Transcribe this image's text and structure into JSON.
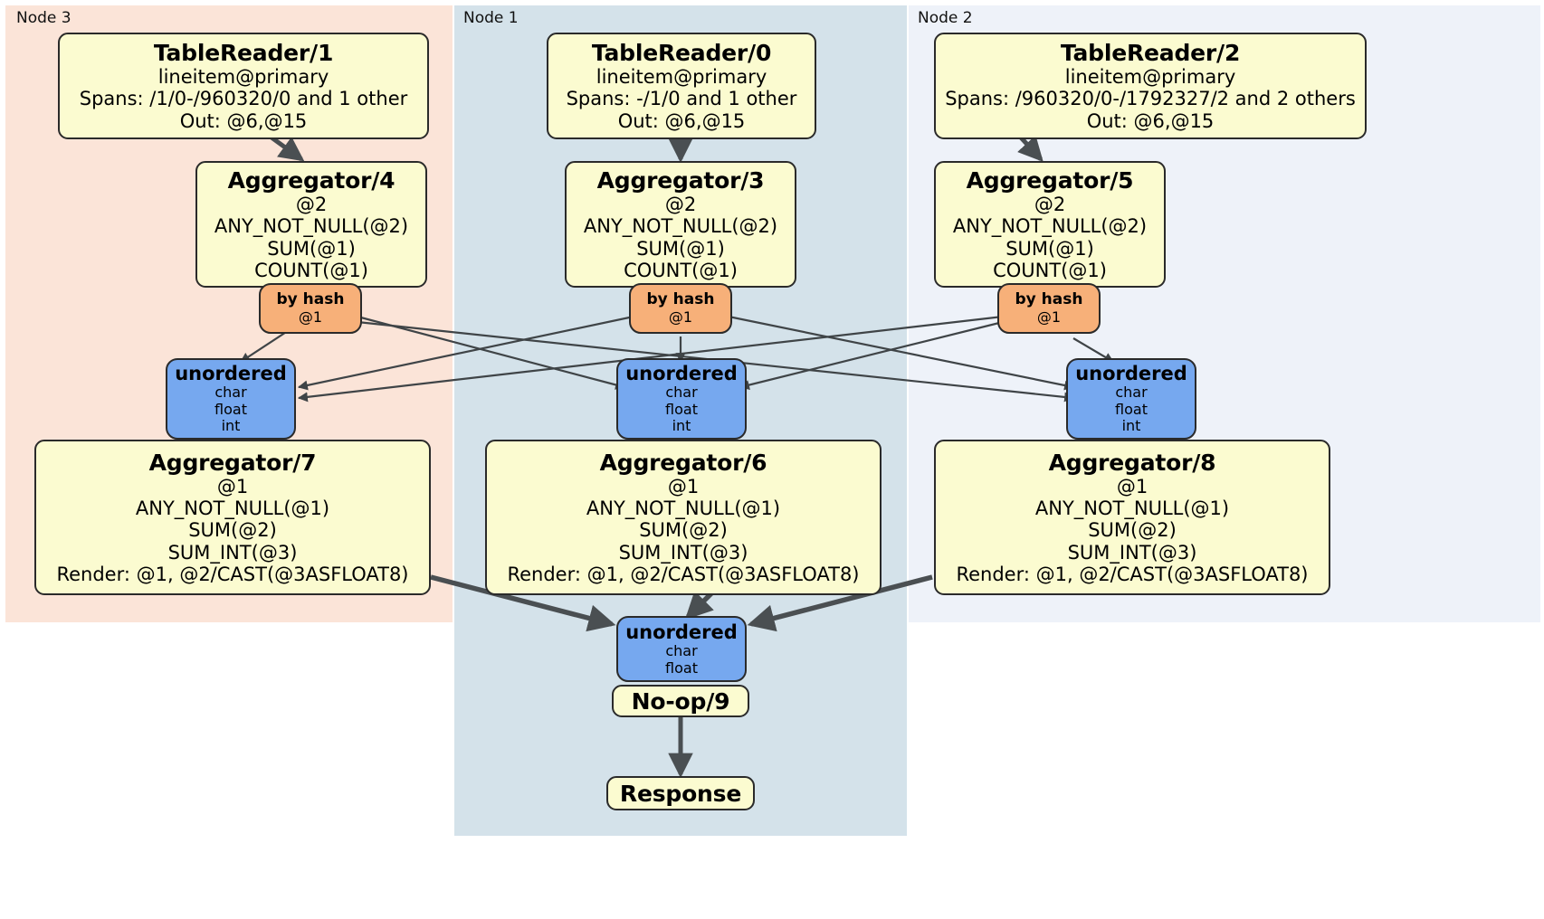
{
  "diagram": {
    "type": "distributed-query-plan",
    "clusters": [
      {
        "id": "node3",
        "label": "Node 3",
        "color": "#fbe4d8"
      },
      {
        "id": "node1",
        "label": "Node 1",
        "color": "#d4e2ea"
      },
      {
        "id": "node2",
        "label": "Node 2",
        "color": "#eef2f9"
      }
    ],
    "table_readers": [
      {
        "id": "tr1",
        "title": "TableReader/1",
        "table": "lineitem@primary",
        "spans": "Spans: /1/0-/960320/0 and 1 other",
        "out": "Out: @6,@15"
      },
      {
        "id": "tr0",
        "title": "TableReader/0",
        "table": "lineitem@primary",
        "spans": "Spans: -/1/0 and 1 other",
        "out": "Out: @6,@15"
      },
      {
        "id": "tr2",
        "title": "TableReader/2",
        "table": "lineitem@primary",
        "spans": "Spans: /960320/0-/1792327/2 and 2 others",
        "out": "Out: @6,@15"
      }
    ],
    "aggregators_stage1": [
      {
        "id": "agg4",
        "title": "Aggregator/4",
        "group": "@2",
        "aggs": [
          "ANY_NOT_NULL(@2)",
          "SUM(@1)",
          "COUNT(@1)"
        ]
      },
      {
        "id": "agg3",
        "title": "Aggregator/3",
        "group": "@2",
        "aggs": [
          "ANY_NOT_NULL(@2)",
          "SUM(@1)",
          "COUNT(@1)"
        ]
      },
      {
        "id": "agg5",
        "title": "Aggregator/5",
        "group": "@2",
        "aggs": [
          "ANY_NOT_NULL(@2)",
          "SUM(@1)",
          "COUNT(@1)"
        ]
      }
    ],
    "routers": [
      {
        "id": "hash4",
        "title": "by hash",
        "cols": "@1"
      },
      {
        "id": "hash3",
        "title": "by hash",
        "cols": "@1"
      },
      {
        "id": "hash5",
        "title": "by hash",
        "cols": "@1"
      }
    ],
    "synchronizers": [
      {
        "id": "sync7",
        "title": "unordered",
        "types": [
          "char",
          "float",
          "int"
        ]
      },
      {
        "id": "sync6",
        "title": "unordered",
        "types": [
          "char",
          "float",
          "int"
        ]
      },
      {
        "id": "sync8",
        "title": "unordered",
        "types": [
          "char",
          "float",
          "int"
        ]
      }
    ],
    "aggregators_stage2": [
      {
        "id": "agg7",
        "title": "Aggregator/7",
        "group": "@1",
        "aggs": [
          "ANY_NOT_NULL(@1)",
          "SUM(@2)",
          "SUM_INT(@3)"
        ],
        "render": "Render: @1, @2/CAST(@3ASFLOAT8)"
      },
      {
        "id": "agg6",
        "title": "Aggregator/6",
        "group": "@1",
        "aggs": [
          "ANY_NOT_NULL(@1)",
          "SUM(@2)",
          "SUM_INT(@3)"
        ],
        "render": "Render: @1, @2/CAST(@3ASFLOAT8)"
      },
      {
        "id": "agg8",
        "title": "Aggregator/8",
        "group": "@1",
        "aggs": [
          "ANY_NOT_NULL(@1)",
          "SUM(@2)",
          "SUM_INT(@3)"
        ],
        "render": "Render: @1, @2/CAST(@3ASFLOAT8)"
      }
    ],
    "final_sync": {
      "id": "syncFinal",
      "title": "unordered",
      "types": [
        "char",
        "float"
      ]
    },
    "noop": {
      "id": "noop9",
      "title": "No-op/9"
    },
    "response": {
      "id": "response",
      "title": "Response"
    },
    "colors": {
      "processor_fill": "#fbfbd0",
      "router_fill": "#f7b079",
      "sync_fill": "#76a8ef",
      "edge": "#4a4f52",
      "border": "#2a2a2a"
    }
  }
}
